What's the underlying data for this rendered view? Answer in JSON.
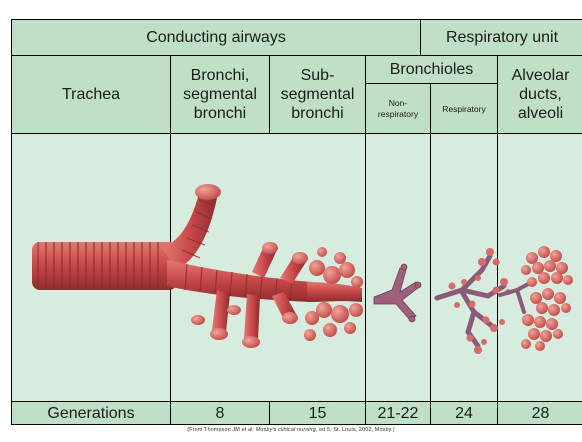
{
  "headers": {
    "conducting": "Conducting airways",
    "respiratory_unit": "Respiratory unit",
    "trachea": "Trachea",
    "bronchi": "Bronchi,\nsegmental\nbronchi",
    "subsegmental": "Sub-\nsegmental\nbronchi",
    "bronchioles": "Bronchioles",
    "non_respiratory": "Non-\nrespiratory",
    "respiratory": "Respiratory",
    "alveolar": "Alveolar\nducts,\nalveoli"
  },
  "generations": {
    "label": "Generations",
    "values": [
      "8",
      "15",
      "21-22",
      "24",
      "28"
    ]
  },
  "credit": {
    "prefix": "(From Thompson JM et al: ",
    "title": "Mosby's clinical nursing,",
    "suffix": " ed 5, St. Louis, 2002, Mosby.)"
  },
  "colors": {
    "header_bg": "#bfe0c4",
    "body_bg": "#d7ecdf",
    "airway_red": "#c94a4a",
    "bronchiole_purple": "#a0607c"
  }
}
